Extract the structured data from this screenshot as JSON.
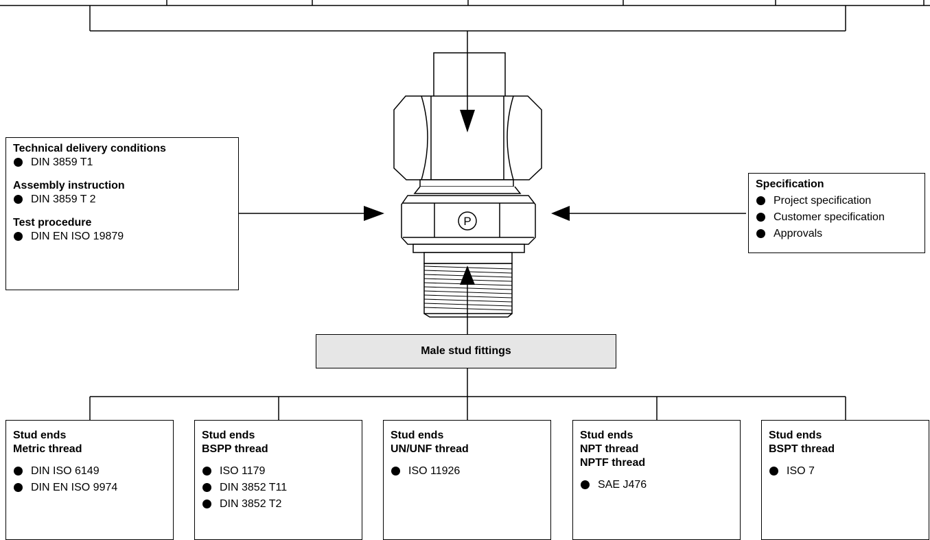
{
  "left_box": {
    "sections": [
      {
        "title": "Technical delivery conditions",
        "items": [
          "DIN 3859 T1"
        ]
      },
      {
        "title": "Assembly instruction",
        "items": [
          "DIN 3859 T 2"
        ]
      },
      {
        "title": "Test procedure",
        "items": [
          "DIN EN ISO 19879"
        ]
      }
    ]
  },
  "right_box": {
    "title": "Specification",
    "items": [
      "Project specification",
      "Customer specification",
      "Approvals"
    ]
  },
  "center_box": {
    "label": "Male stud fittings"
  },
  "fitting": {
    "marking": "P"
  },
  "bottom_boxes": [
    {
      "titles": [
        "Stud ends",
        "Metric thread"
      ],
      "items": [
        "DIN ISO 6149",
        "DIN EN ISO 9974"
      ]
    },
    {
      "titles": [
        "Stud ends",
        "BSPP thread"
      ],
      "items": [
        "ISO 1179",
        "DIN 3852 T11",
        "DIN 3852 T2"
      ]
    },
    {
      "titles": [
        "Stud ends",
        "UN/UNF thread"
      ],
      "items": [
        "ISO 11926"
      ]
    },
    {
      "titles": [
        "Stud ends",
        "NPT thread",
        "NPTF thread"
      ],
      "items": [
        "SAE J476"
      ]
    },
    {
      "titles": [
        "Stud ends",
        "BSPT thread"
      ],
      "items": [
        "ISO 7"
      ]
    }
  ]
}
